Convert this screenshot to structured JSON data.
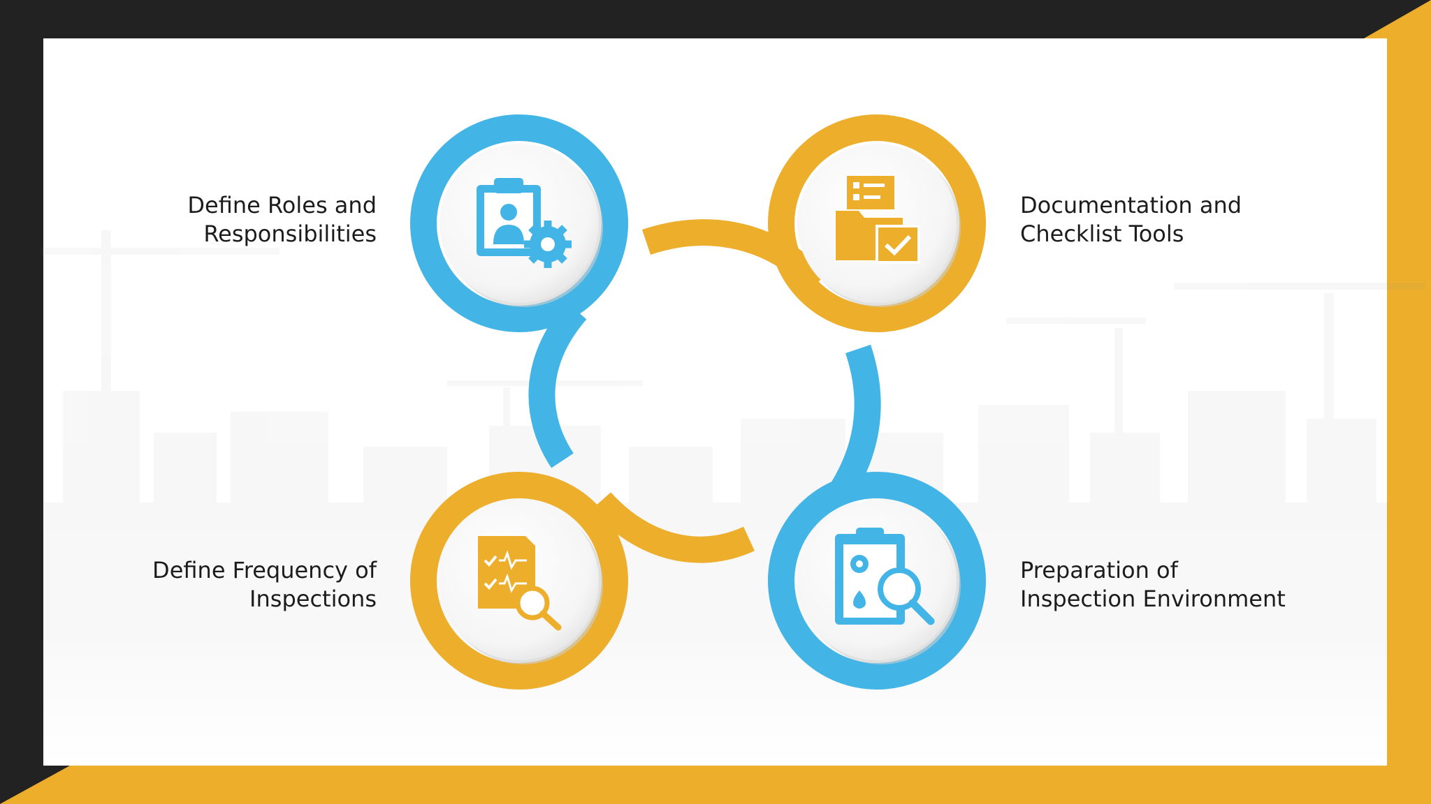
{
  "colors": {
    "blue": "#42B4E6",
    "gold": "#ECAE2B",
    "dark": "#222222",
    "text": "#1c1c1c"
  },
  "steps": [
    {
      "lines": [
        "Define Roles and",
        "Responsibilities"
      ],
      "color": "blue",
      "icon": "clipboard-user-gear-icon"
    },
    {
      "lines": [
        "Documentation and",
        "Checklist Tools"
      ],
      "color": "gold",
      "icon": "folder-checklist-icon"
    },
    {
      "lines": [
        "Define Frequency of",
        "Inspections"
      ],
      "color": "gold",
      "icon": "report-magnifier-icon"
    },
    {
      "lines": [
        "Preparation of",
        "Inspection Environment"
      ],
      "color": "blue",
      "icon": "clipboard-inspection-icon"
    }
  ]
}
